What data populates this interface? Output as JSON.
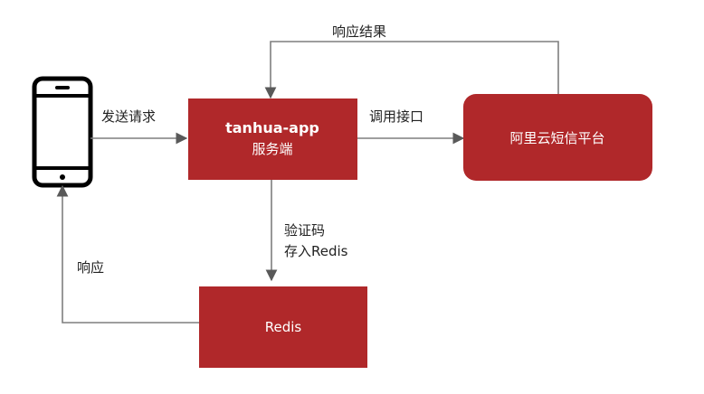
{
  "nodes": {
    "app_server": {
      "line1": "tanhua-app",
      "line2": "服务端"
    },
    "sms_platform": {
      "label": "阿里云短信平台"
    },
    "redis": {
      "label": "Redis"
    }
  },
  "edges": {
    "send_request": "发送请求",
    "call_api": "调用接口",
    "response_result": "响应结果",
    "store_code_line1": "验证码",
    "store_code_line2": "存入Redis",
    "response": "响应"
  },
  "colors": {
    "box_fill": "#b0282a",
    "phone_stroke": "#000000",
    "edge_stroke": "#7f7f7f"
  },
  "icons": {
    "phone": "mobile-phone-icon"
  }
}
